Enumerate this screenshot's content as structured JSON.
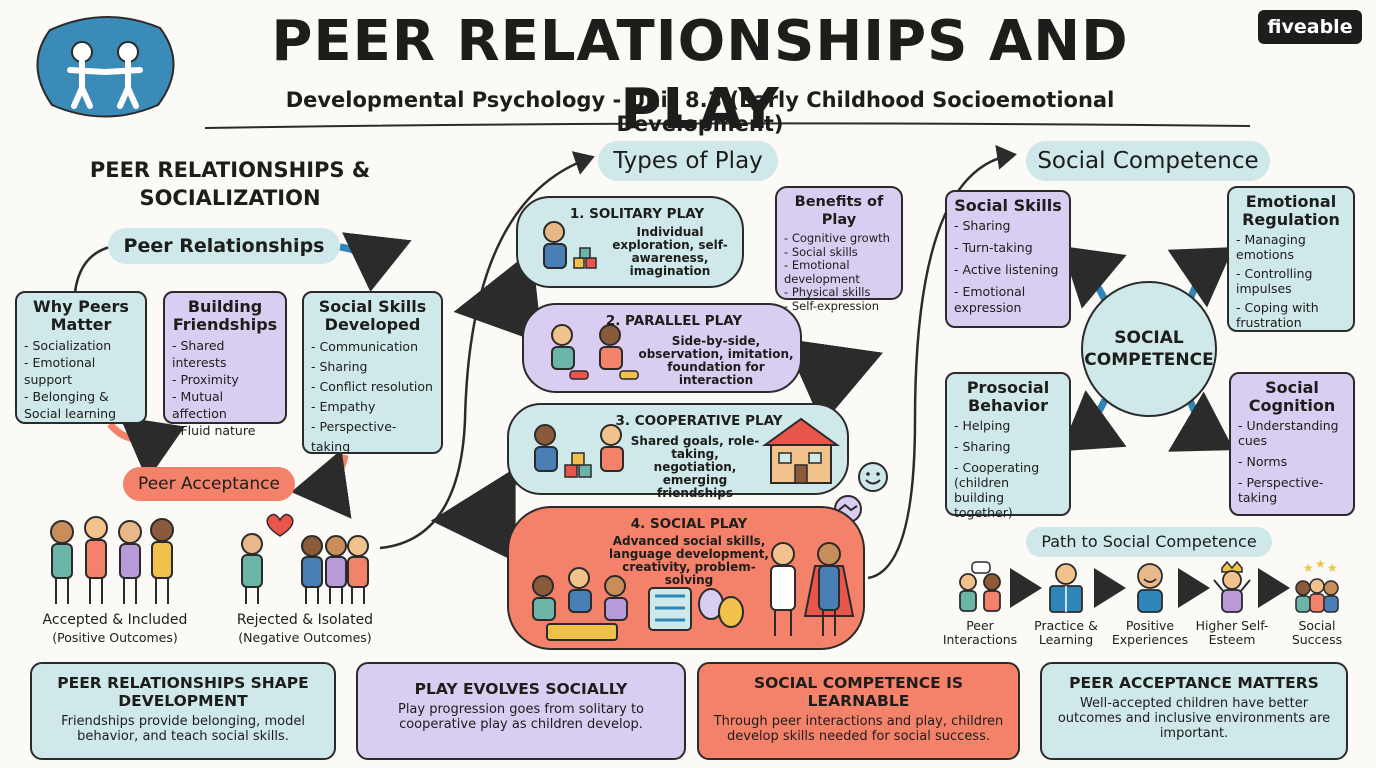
{
  "header": {
    "title": "PEER RELATIONSHIPS AND PLAY",
    "subtitle": "Developmental Psychology - Unit 8.3 (Early Childhood Socioemotional Development)",
    "brand": "fiveable"
  },
  "left": {
    "heading": "PEER RELATIONSHIPS & SOCIALIZATION",
    "peer_relationships": "Peer Relationships",
    "why": {
      "title": "Why Peers Matter",
      "items": [
        "Socialization",
        "Emotional support",
        "Belonging & Social learning"
      ]
    },
    "friend": {
      "title": "Building Friendships",
      "items": [
        "Shared interests",
        "Proximity",
        "Mutual affection",
        "Fluid nature"
      ]
    },
    "skills": {
      "title": "Social Skills Developed",
      "items": [
        "Communication",
        "Sharing",
        "Conflict resolution",
        "Empathy",
        "Perspective-taking"
      ]
    },
    "acceptance": "Peer Acceptance",
    "accepted": {
      "label": "Accepted & Included",
      "sub": "(Positive Outcomes)"
    },
    "rejected": {
      "label": "Rejected & Isolated",
      "sub": "(Negative Outcomes)"
    }
  },
  "middle": {
    "title": "Types of Play",
    "stages": [
      {
        "title": "1. SOLITARY PLAY",
        "desc": "Individual exploration, self-awareness, imagination"
      },
      {
        "title": "2. PARALLEL PLAY",
        "desc": "Side-by-side, observation, imitation, foundation for interaction"
      },
      {
        "title": "3. COOPERATIVE PLAY",
        "desc": "Shared goals, role-taking, negotiation, emerging friendships"
      },
      {
        "title": "4. SOCIAL PLAY",
        "desc": "Advanced social skills, language development, creativity, problem-solving"
      }
    ],
    "benefits": {
      "title": "Benefits of Play",
      "items": [
        "Cognitive growth",
        "Social skills",
        "Emotional development",
        "Physical skills",
        "Self-expression"
      ]
    }
  },
  "right": {
    "title": "Social Competence",
    "center": "SOCIAL COMPETENCE",
    "social_skills": {
      "title": "Social Skills",
      "items": [
        "Sharing",
        "Turn-taking",
        "Active listening",
        "Emotional expression"
      ]
    },
    "emotional": {
      "title": "Emotional Regulation",
      "items": [
        "Managing emotions",
        "Controlling impulses",
        "Coping with frustration"
      ]
    },
    "prosocial": {
      "title": "Prosocial Behavior",
      "items": [
        "Helping",
        "Sharing",
        "Cooperating (children building together)"
      ]
    },
    "cognition": {
      "title": "Social Cognition",
      "items": [
        "Understanding cues",
        "Norms",
        "Perspective-taking"
      ]
    },
    "path_title": "Path to Social Competence",
    "path": [
      "Peer Interactions",
      "Practice & Learning",
      "Positive Experiences",
      "Higher Self-Esteem",
      "Social Success"
    ]
  },
  "bottom": [
    {
      "title": "PEER RELATIONSHIPS SHAPE DEVELOPMENT",
      "text": "Friendships provide belonging, model behavior, and teach social skills."
    },
    {
      "title": "PLAY EVOLVES SOCIALLY",
      "text": "Play progression goes from solitary to cooperative play as children develop."
    },
    {
      "title": "SOCIAL COMPETENCE IS LEARNABLE",
      "text": "Through peer interactions and play, children develop skills needed for social success."
    },
    {
      "title": "PEER ACCEPTANCE MATTERS",
      "text": "Well-accepted children have better outcomes and inclusive environments are important."
    }
  ],
  "colors": {
    "teal": "#cfe8ea",
    "purple": "#d9cdf1",
    "coral": "#f4826b",
    "blue": "#2f86b8",
    "ink": "#2b2b2b"
  }
}
